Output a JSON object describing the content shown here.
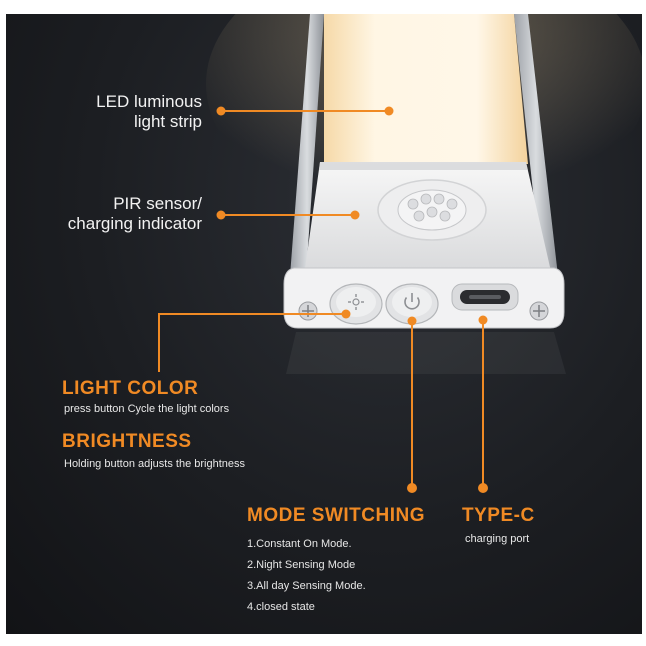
{
  "callouts": {
    "led_strip": [
      "LED luminous",
      "light strip"
    ],
    "pir_sensor": [
      "PIR sensor/",
      "charging indicator"
    ]
  },
  "light_color": {
    "title": "LIGHT COLOR",
    "desc": "press button Cycle the light colors"
  },
  "brightness": {
    "title": "BRIGHTNESS",
    "desc": "Holding button adjusts the brightness"
  },
  "mode_switching": {
    "title": "MODE SWITCHING",
    "items": [
      "1.Constant On Mode.",
      "2.Night Sensing Mode",
      "3.All day Sensing Mode.",
      "4.closed state"
    ]
  },
  "type_c": {
    "title": "TYPE-C",
    "desc": "charging port"
  },
  "colors": {
    "accent": "#f08a24",
    "background": "#1f2125",
    "text": "#ffffff"
  }
}
